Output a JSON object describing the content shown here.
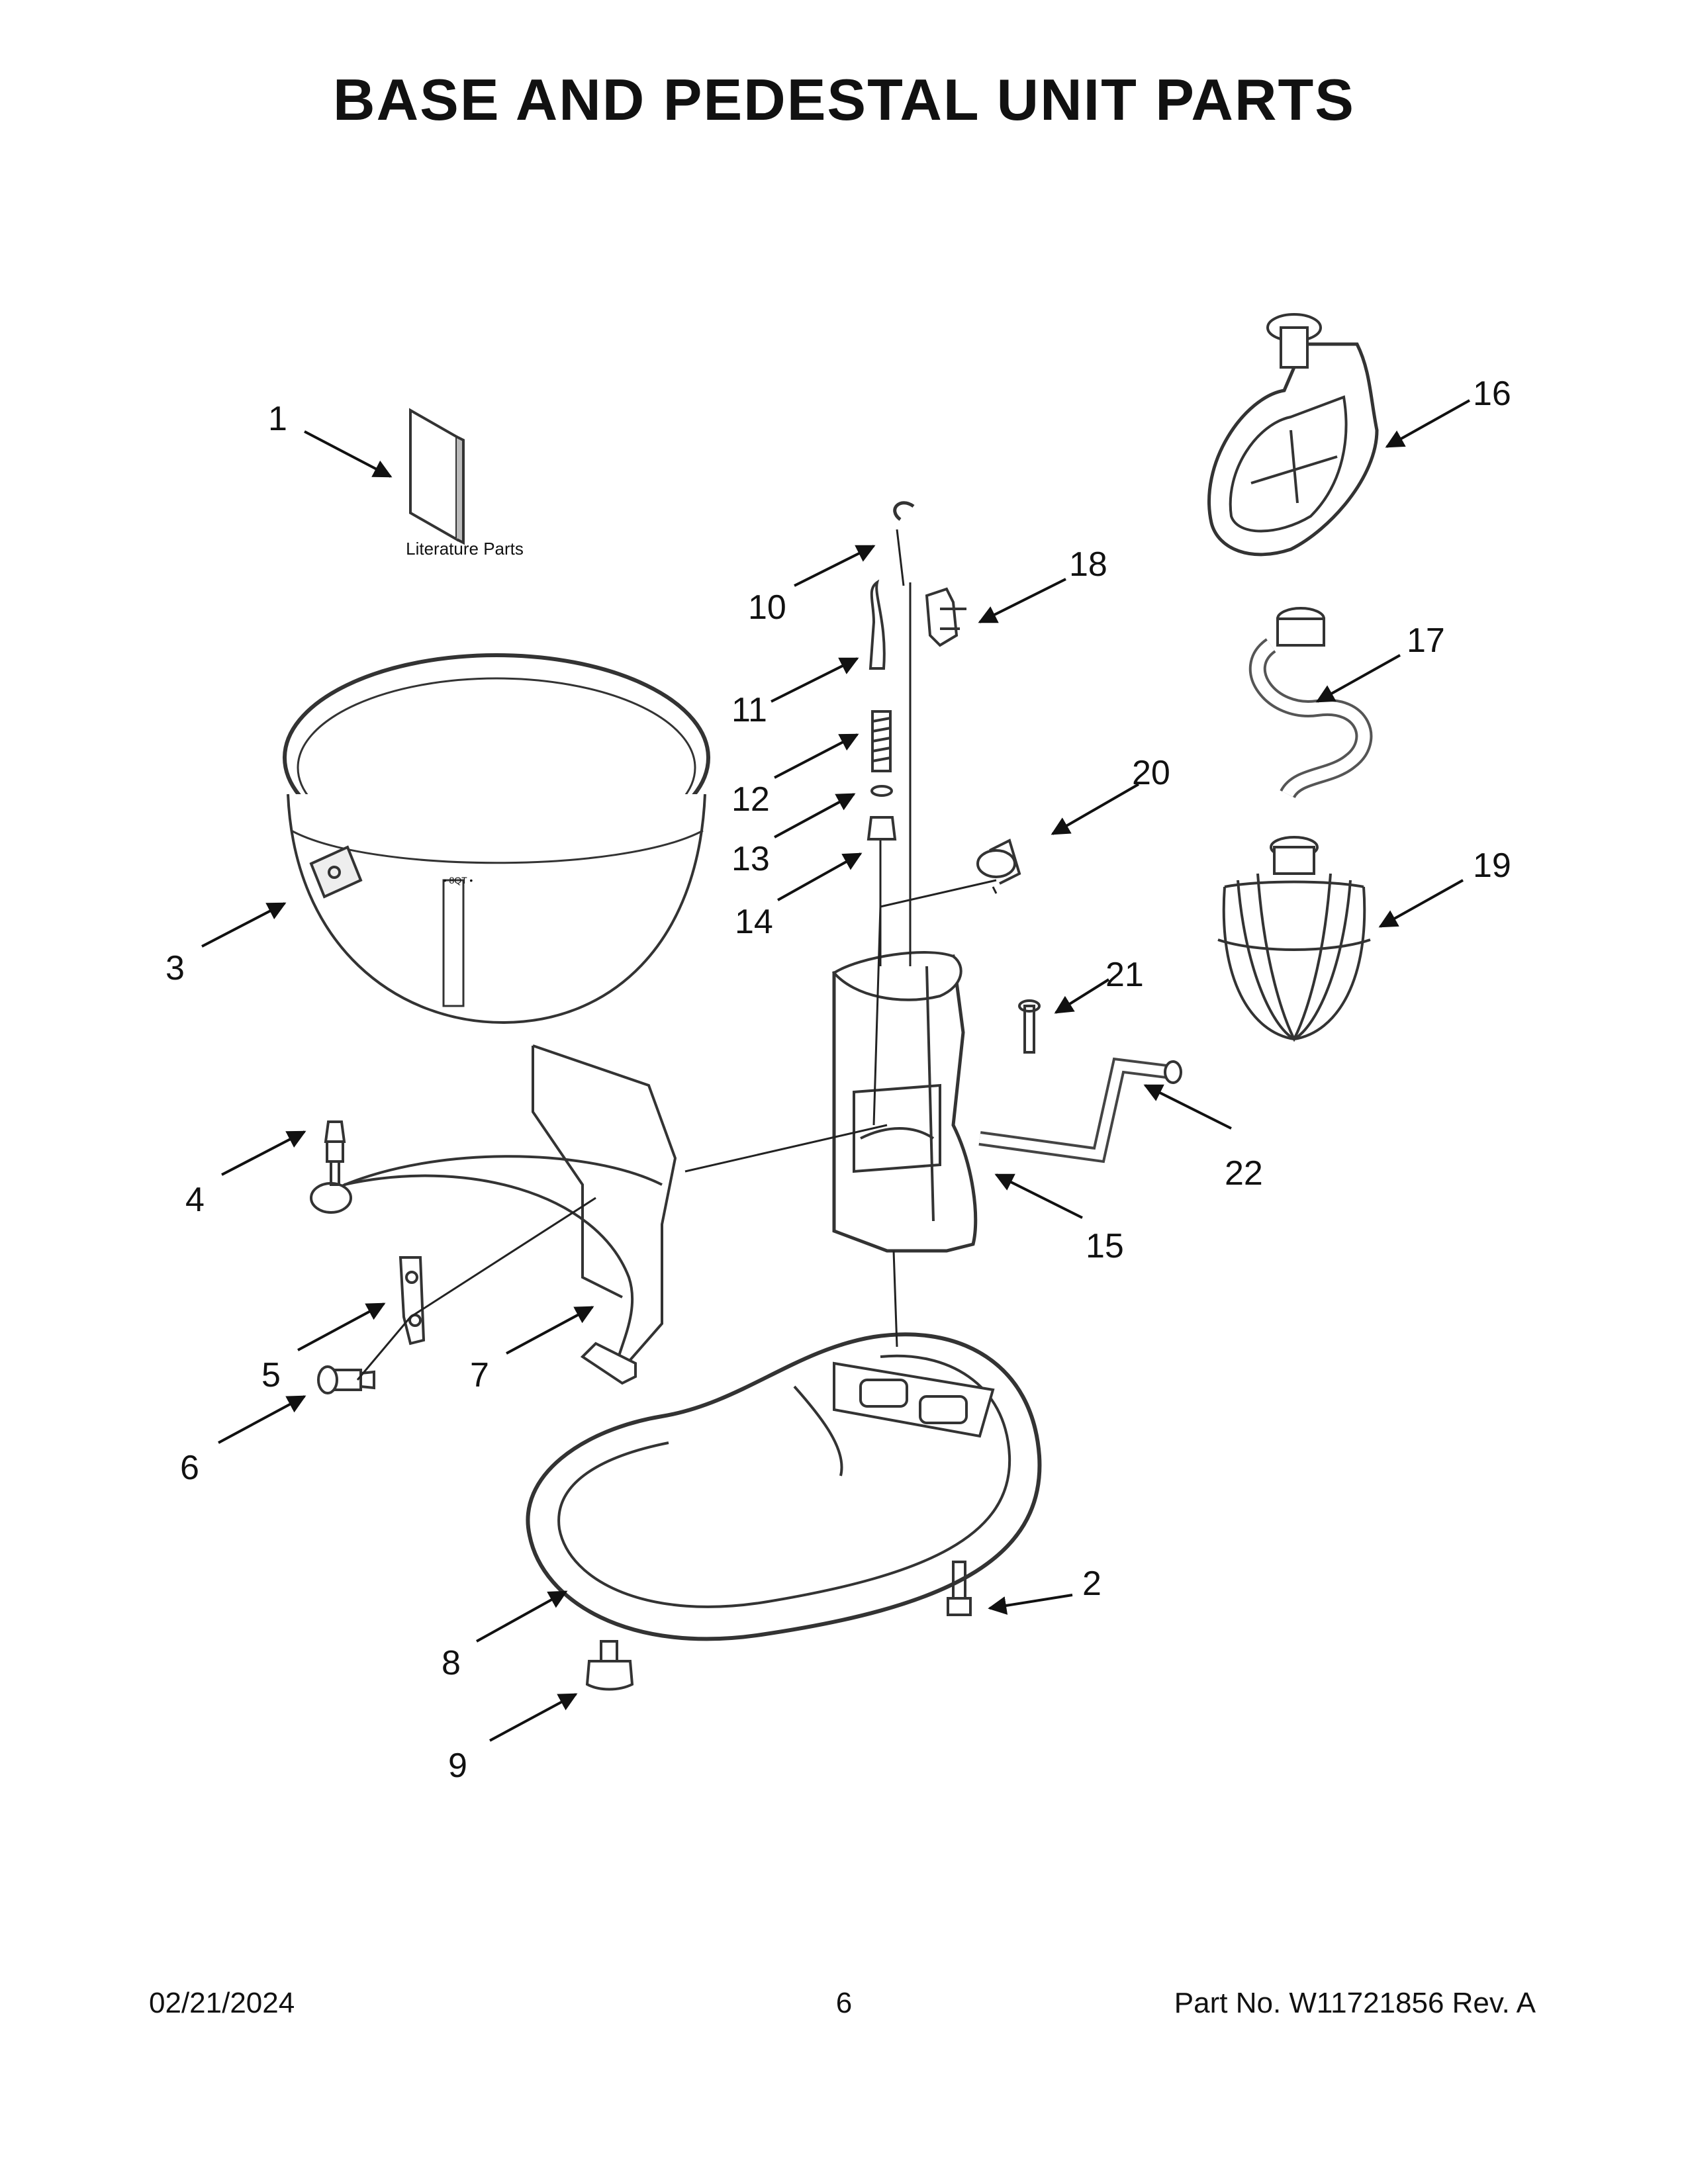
{
  "title": "BASE AND PEDESTAL UNIT PARTS",
  "literature_label": "Literature Parts",
  "bowl_marking": "• 8QT •",
  "callouts": [
    "1",
    "2",
    "3",
    "4",
    "5",
    "6",
    "7",
    "8",
    "9",
    "10",
    "11",
    "12",
    "13",
    "14",
    "15",
    "16",
    "17",
    "18",
    "19",
    "20",
    "21",
    "22"
  ],
  "footer": {
    "date": "02/21/2024",
    "page_number": "6",
    "part_number": "Part No.  W11721856  Rev.  A"
  }
}
